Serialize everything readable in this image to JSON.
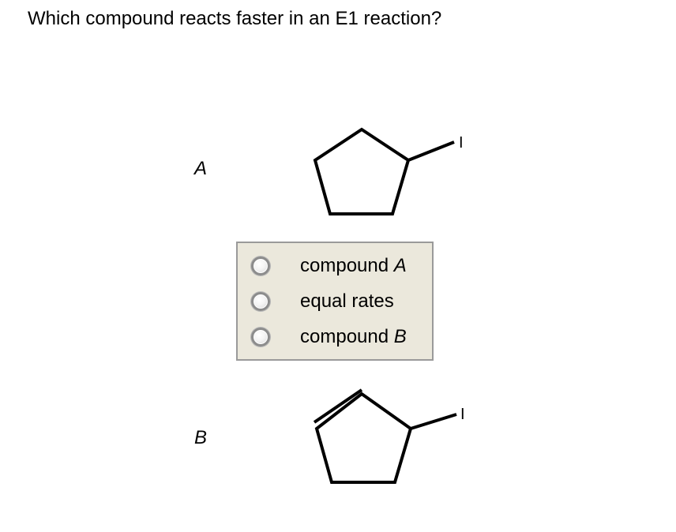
{
  "question": "Which compound reacts faster in an E1 reaction?",
  "compounds": {
    "a": {
      "label": "A",
      "substituent": "I"
    },
    "b": {
      "label": "B",
      "substituent": "I"
    }
  },
  "choices": [
    {
      "text": "compound ",
      "italic": "A"
    },
    {
      "text": "equal rates",
      "italic": ""
    },
    {
      "text": "compound ",
      "italic": "B"
    }
  ],
  "colors": {
    "choice_panel_bg": "#ebe8dc",
    "choice_panel_border": "#9a9a9a",
    "radio_border": "#8c8c8c"
  }
}
